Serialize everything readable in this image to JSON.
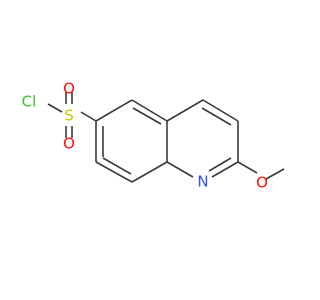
{
  "molecule": {
    "atoms": {
      "chlorine": "Cl",
      "sulfur": "S",
      "oxygen_top": "O",
      "oxygen_bottom": "O",
      "nitrogen": "N",
      "oxygen_methoxy": "O"
    },
    "colors": {
      "bond": "#3a3a3a",
      "chlorine": "#35c435",
      "sulfur": "#c8c800",
      "oxygen": "#ff0d0d",
      "nitrogen": "#3050f8"
    }
  }
}
